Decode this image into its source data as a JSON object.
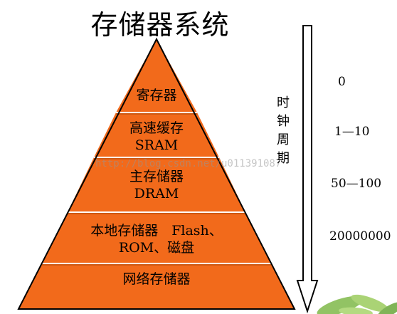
{
  "title": "存储器系统",
  "axis_label": "时钟周期",
  "tiers": [
    {
      "line1": "寄存器",
      "line2": ""
    },
    {
      "line1": "高速缓存",
      "line2": "SRAM"
    },
    {
      "line1": "主存储器",
      "line2": "DRAM"
    },
    {
      "line1": "本地存储器　Flash、",
      "line2": "ROM、磁盘"
    },
    {
      "line1": "网络存储器",
      "line2": ""
    }
  ],
  "cycles": [
    "0",
    "1—10",
    "50—100",
    "20000000"
  ],
  "watermark": "http://blog.csdn.net/u011391087",
  "colors": {
    "pyramid_fill": "#f26a1b",
    "pyramid_stroke": "#ffffff",
    "outline": "#000000"
  }
}
